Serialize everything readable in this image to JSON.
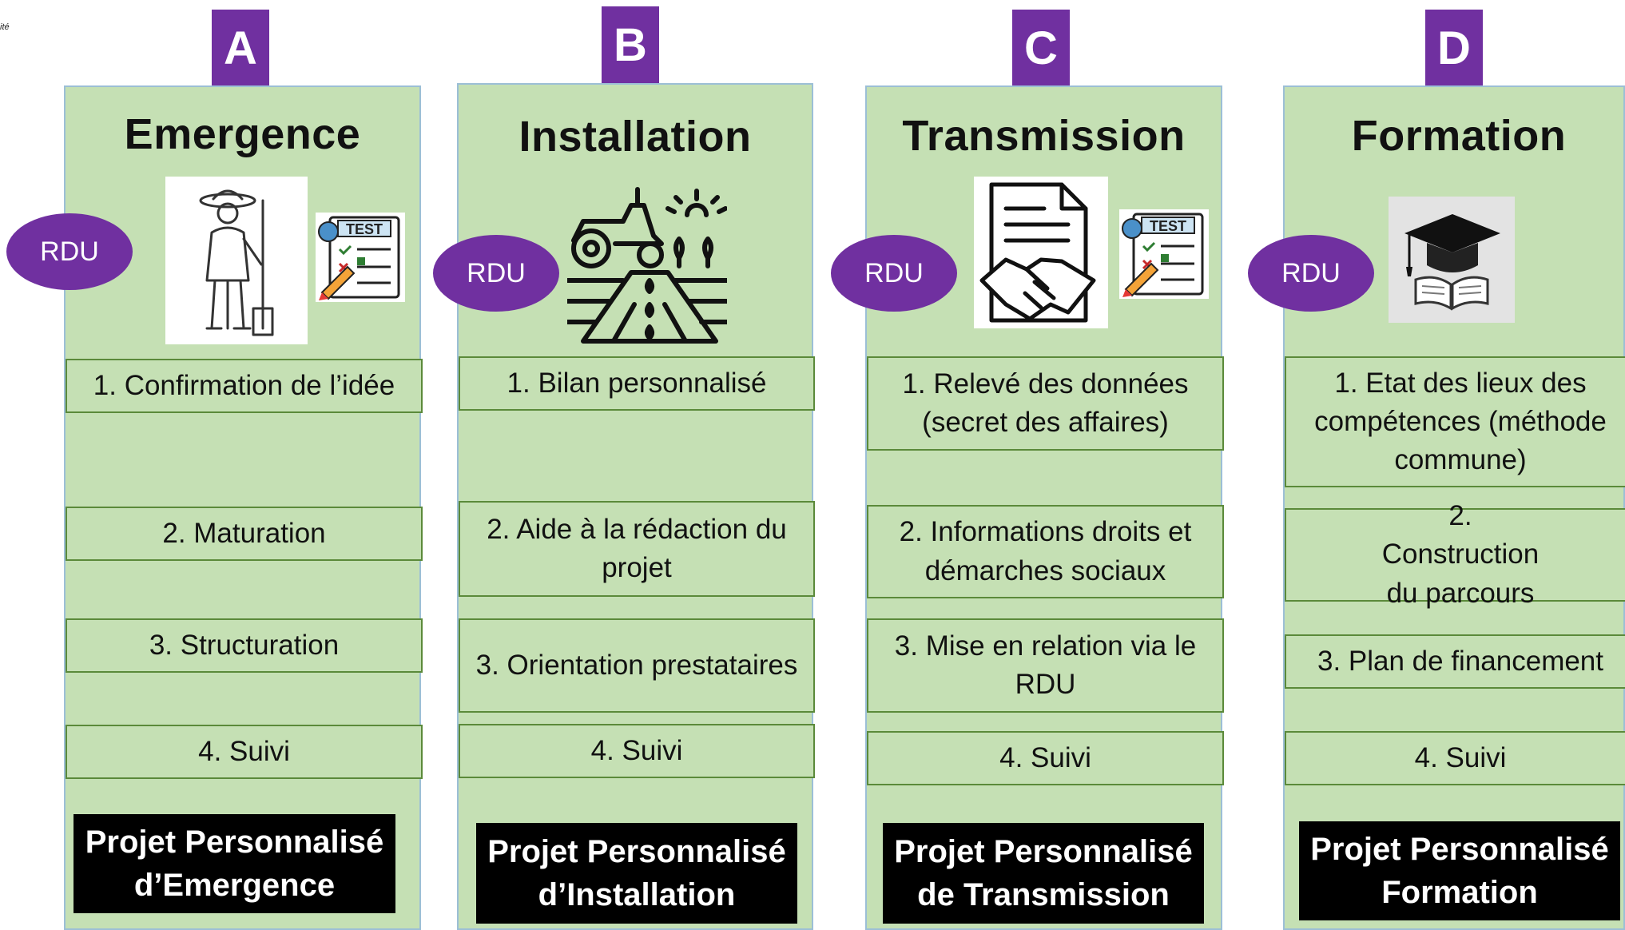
{
  "corner_text": "ité",
  "columns": [
    {
      "letter": "A",
      "title": "Emergence",
      "rdu": "RDU",
      "icons": [
        "farmer-icon",
        "test-checklist-icon"
      ],
      "test_label": "TEST",
      "steps": [
        "1. Confirmation de l’idée",
        "2. Maturation",
        "3. Structuration",
        "4. Suivi"
      ],
      "project": [
        "Projet Personnalisé",
        "d’Emergence"
      ]
    },
    {
      "letter": "B",
      "title": "Installation",
      "rdu": "RDU",
      "icons": [
        "tractor-field-icon"
      ],
      "steps": [
        "1. Bilan personnalisé",
        "2. Aide à la rédaction du projet",
        "3. Orientation prestataires",
        "4. Suivi"
      ],
      "project": [
        "Projet Personnalisé",
        "d’Installation"
      ]
    },
    {
      "letter": "C",
      "title": "Transmission",
      "rdu": "RDU",
      "icons": [
        "contract-handshake-icon",
        "test-checklist-icon"
      ],
      "test_label": "TEST",
      "steps": [
        "1. Relevé des données (secret des affaires)",
        "2. Informations droits et démarches sociaux",
        "3. Mise en relation via le RDU",
        "4. Suivi"
      ],
      "project": [
        "Projet Personnalisé",
        "de Transmission"
      ]
    },
    {
      "letter": "D",
      "title": "Formation",
      "rdu": "RDU",
      "icons": [
        "graduation-book-icon"
      ],
      "steps": [
        "1. Etat des lieux des compétences (méthode commune)",
        "2. Construction du parcours",
        "3. Plan de financement",
        "4. Suivi"
      ],
      "project": [
        "Projet Personnalisé",
        "Formation"
      ]
    }
  ],
  "colors": {
    "column_fill": "#c5e0b4",
    "column_border": "#9cbfd6",
    "step_border": "#5b8a3a",
    "letter_fill": "#7030a0",
    "rdu_fill": "#7030a0",
    "project_fill": "#000000"
  }
}
